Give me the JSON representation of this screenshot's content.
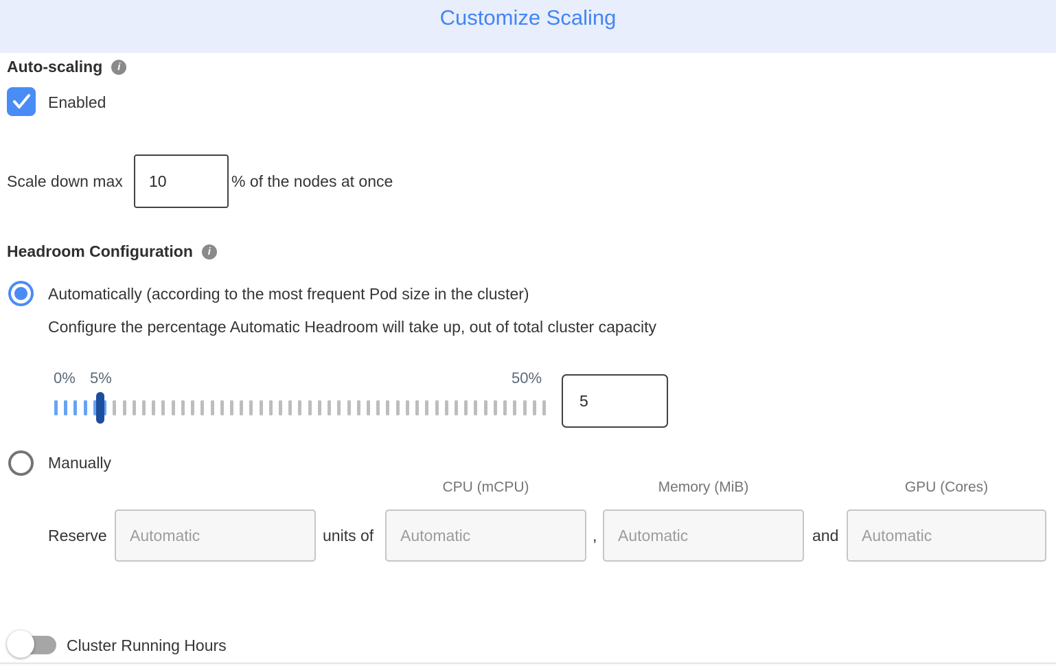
{
  "header": {
    "title": "Customize Scaling"
  },
  "auto_scaling": {
    "label": "Auto-scaling",
    "enabled_label": "Enabled",
    "checkbox_checked": true
  },
  "scale_down": {
    "label": "Scale down max",
    "value": "10",
    "suffix": "% of the nodes at once"
  },
  "headroom": {
    "label": "Headroom Configuration",
    "auto_option_label": "Automatically (according to the most frequent Pod size in the cluster)",
    "auto_option_selected": true,
    "auto_description": "Configure the percentage Automatic Headroom will take up, out of total cluster capacity",
    "slider": {
      "min_label": "0%",
      "current_label": "5%",
      "max_label": "50%",
      "value": "5",
      "tick_count": 51,
      "filled_ticks": 6
    },
    "manual_option_label": "Manually",
    "manual_option_selected": false,
    "columns": [
      "CPU (mCPU)",
      "Memory (MiB)",
      "GPU (Cores)"
    ],
    "reserve_label": "Reserve",
    "units_of_label": "units of",
    "comma_separator": ",",
    "and_label": "and",
    "placeholder": "Automatic"
  },
  "cluster_running_hours": {
    "label": "Cluster Running Hours",
    "enabled": false
  },
  "colors": {
    "accent": "#4a8cf5",
    "title_blue": "#4285f4",
    "header_bg": "#e8eefb",
    "tick_blue": "#64a4f4",
    "tick_gray": "#bdbdbd",
    "handle_navy": "#1d4e9e",
    "toggle_track": "#a6a6a6"
  }
}
